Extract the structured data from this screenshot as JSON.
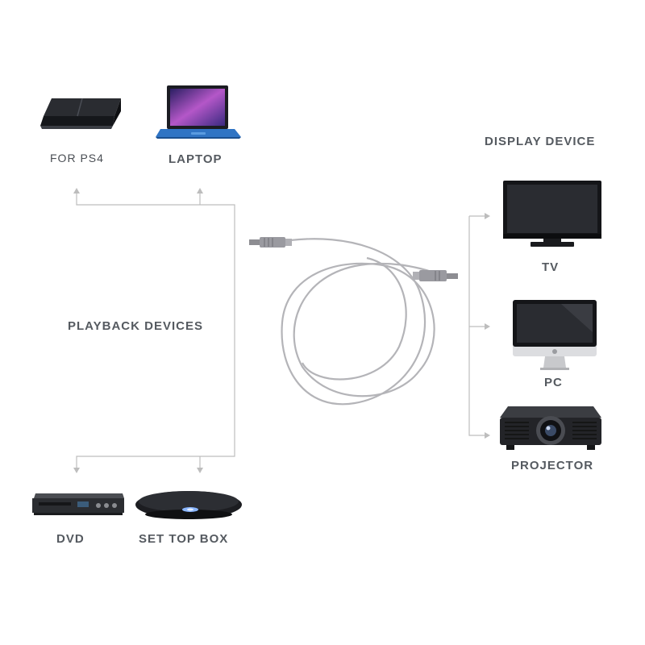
{
  "playback": {
    "heading": "PLAYBACK DEVICES",
    "devices": [
      {
        "label": "FOR PS4",
        "icon": "ps4-console-icon"
      },
      {
        "label": "LAPTOP",
        "icon": "laptop-icon"
      },
      {
        "label": "DVD",
        "icon": "dvd-player-icon"
      },
      {
        "label": "SET TOP BOX",
        "icon": "set-top-box-icon"
      }
    ]
  },
  "display": {
    "heading": "DISPLAY DEVICE",
    "devices": [
      {
        "label": "TV",
        "icon": "tv-icon"
      },
      {
        "label": "PC",
        "icon": "imac-icon"
      },
      {
        "label": "PROJECTOR",
        "icon": "projector-icon"
      }
    ]
  },
  "cable": {
    "icon": "optical-cable-icon"
  },
  "colors": {
    "connector_line": "#bdbdbd",
    "label_text": "#555a60",
    "cable": "#b4b4b8"
  }
}
